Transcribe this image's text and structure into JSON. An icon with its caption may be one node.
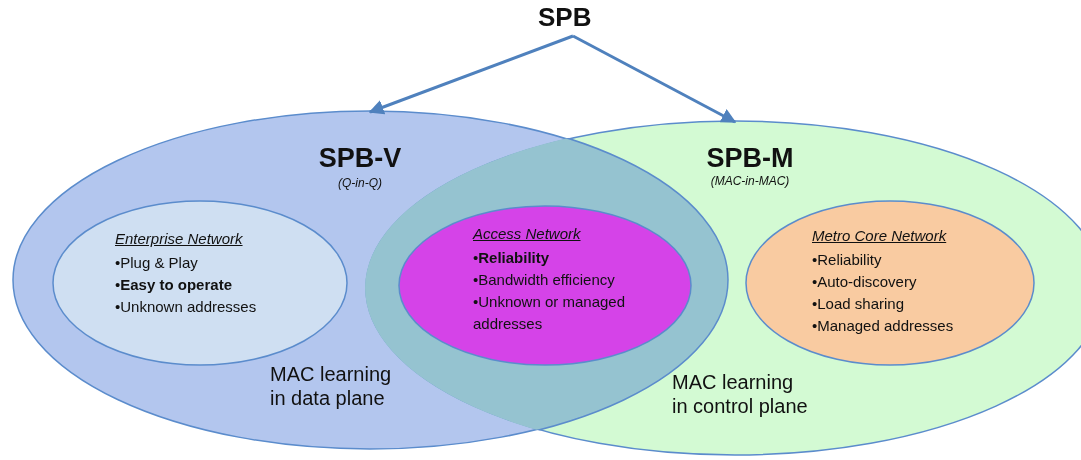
{
  "diagram": {
    "nodes": [
      {
        "text": [
          "SPB"
        ]
      },
      {
        "text": [
          "SPB-V",
          "(Q-in-Q)",
          "MAC learning in data plane"
        ]
      },
      {
        "text": [
          "SPB-M",
          "(MAC-in-MAC)",
          "MAC learning in control plane"
        ]
      },
      {
        "text": [
          "Enterprise Network",
          "•Plug & Play",
          "•**Easy to operate**",
          "•Unknown addresses"
        ],
        "in": 1
      },
      {
        "text": [
          "Access Network",
          "•**Reliability**",
          "•Bandwidth efficiency",
          "•Unknown or managed addresses"
        ]
      },
      {
        "text": [
          "Metro Core Network",
          "•Reliability",
          "•Auto-discovery",
          "•Load sharing",
          "•Managed addresses"
        ],
        "in": 2
      }
    ],
    "edges": [
      {
        "from": 0,
        "to": 1,
        "arrow": "to"
      },
      {
        "from": 0,
        "to": 2,
        "arrow": "to"
      }
    ]
  }
}
